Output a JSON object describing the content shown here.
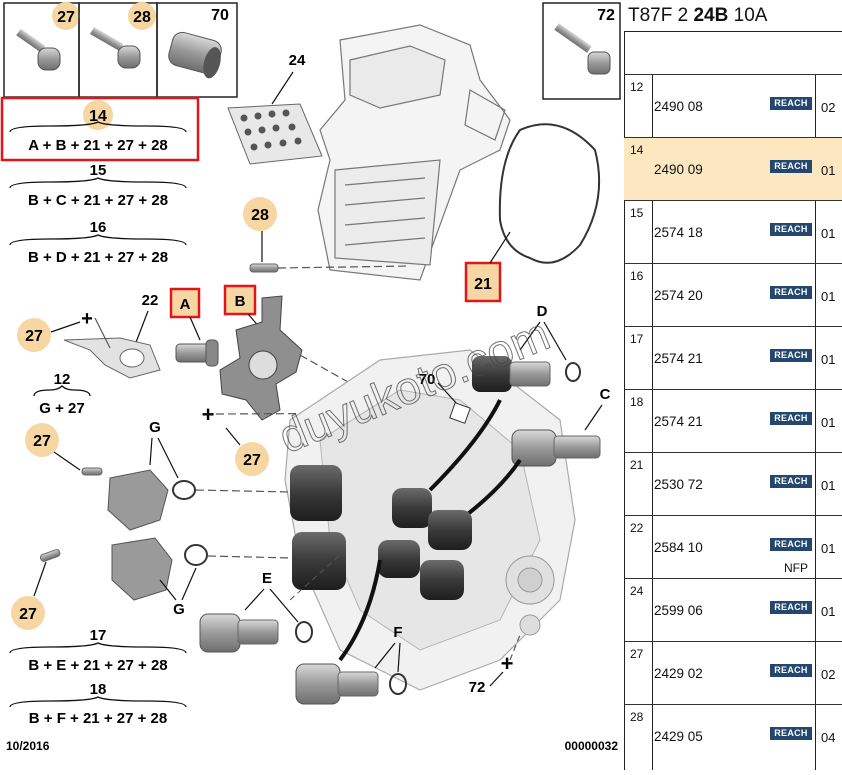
{
  "header": {
    "part1": "T87F 2",
    "part2": "24B",
    "part3": "10A"
  },
  "parts": [
    {
      "index": "12",
      "ref": "2490 08",
      "badge": "REACH",
      "qty": "02",
      "note": "",
      "selected": false
    },
    {
      "index": "14",
      "ref": "2490 09",
      "badge": "REACH",
      "qty": "01",
      "note": "",
      "selected": true
    },
    {
      "index": "15",
      "ref": "2574 18",
      "badge": "REACH",
      "qty": "01",
      "note": "",
      "selected": false
    },
    {
      "index": "16",
      "ref": "2574 20",
      "badge": "REACH",
      "qty": "01",
      "note": "",
      "selected": false
    },
    {
      "index": "17",
      "ref": "2574 21",
      "badge": "REACH",
      "qty": "01",
      "note": "",
      "selected": false
    },
    {
      "index": "18",
      "ref": "2574 21",
      "badge": "REACH",
      "qty": "01",
      "note": "",
      "selected": false
    },
    {
      "index": "21",
      "ref": "2530 72",
      "badge": "REACH",
      "qty": "01",
      "note": "",
      "selected": false
    },
    {
      "index": "22",
      "ref": "2584 10",
      "badge": "REACH",
      "qty": "01",
      "note": "NFP",
      "selected": false
    },
    {
      "index": "24",
      "ref": "2599 06",
      "badge": "REACH",
      "qty": "01",
      "note": "",
      "selected": false
    },
    {
      "index": "27",
      "ref": "2429 02",
      "badge": "REACH",
      "qty": "02",
      "note": "",
      "selected": false
    },
    {
      "index": "28",
      "ref": "2429 05",
      "badge": "REACH",
      "qty": "04",
      "note": "",
      "selected": false
    }
  ],
  "diagram": {
    "top_boxes": [
      {
        "num": "27",
        "bubble": true
      },
      {
        "num": "28",
        "bubble": true
      },
      {
        "num": "70",
        "bubble": false
      },
      {
        "num": "72",
        "bubble": false
      }
    ],
    "kits": [
      {
        "num": "14",
        "formula": "A + B + 21 + 27 + 28",
        "highlight": true
      },
      {
        "num": "15",
        "formula": "B + C + 21 + 27 + 28",
        "highlight": false
      },
      {
        "num": "16",
        "formula": "B + D + 21 + 27 + 28",
        "highlight": false
      },
      {
        "num": "12",
        "formula": "G + 27",
        "highlight": false
      },
      {
        "num": "17",
        "formula": "B + E + 21 + 27 + 28",
        "highlight": false
      },
      {
        "num": "18",
        "formula": "B + F + 21 + 27 + 28",
        "highlight": false
      }
    ],
    "labels": {
      "l24": "24",
      "l28": "28",
      "l21": "21",
      "l22": "22",
      "lA": "A",
      "lB": "B",
      "l27a": "27",
      "l27b": "27",
      "l27c": "27",
      "l27d": "27",
      "lD": "D",
      "lC": "C",
      "l70": "70",
      "lG1": "G",
      "lG2": "G",
      "lE": "E",
      "lF": "F",
      "l72": "72"
    },
    "watermark": "duyukoto.com",
    "date": "10/2016",
    "ref_code": "00000032"
  }
}
